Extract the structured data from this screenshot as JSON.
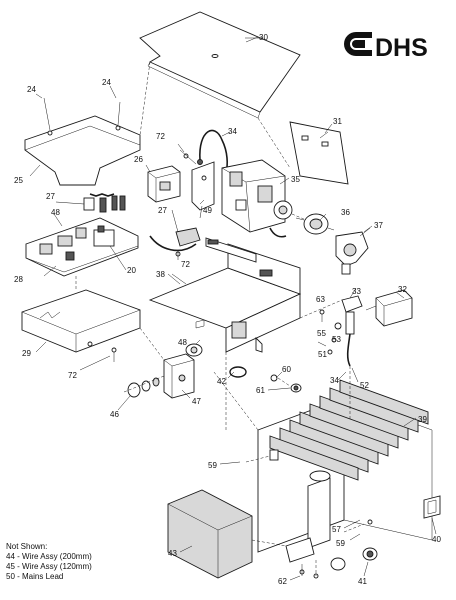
{
  "logo": {
    "text": "DHS"
  },
  "not_shown": {
    "heading": "Not Shown:",
    "items": [
      "44 - Wire Assy (200mm)",
      "45 - Wire Assy (120mm)",
      "50 - Mains Lead"
    ]
  },
  "callouts": {
    "c30": "30",
    "c24a": "24",
    "c24b": "24",
    "c25": "25",
    "c34a": "34",
    "c72a": "72",
    "c26": "26",
    "c35": "35",
    "c31": "31",
    "c27a": "27",
    "c48": "48",
    "c27b": "27",
    "c49": "49",
    "c36": "36",
    "c37": "37",
    "c20": "20",
    "c72b": "72",
    "c28": "28",
    "c38": "38",
    "c33": "33",
    "c32": "32",
    "c63": "63",
    "c55": "55",
    "c51": "51",
    "c29": "29",
    "c72c": "72",
    "c48b": "48",
    "c53": "53",
    "c42": "42",
    "c34b": "34",
    "c52": "52",
    "c60": "60",
    "c61": "61",
    "c46": "46",
    "c47": "47",
    "c39": "39",
    "c59a": "59",
    "c57": "57",
    "c59b": "59",
    "c40": "40",
    "c43": "43",
    "c41": "41",
    "c62": "62"
  }
}
